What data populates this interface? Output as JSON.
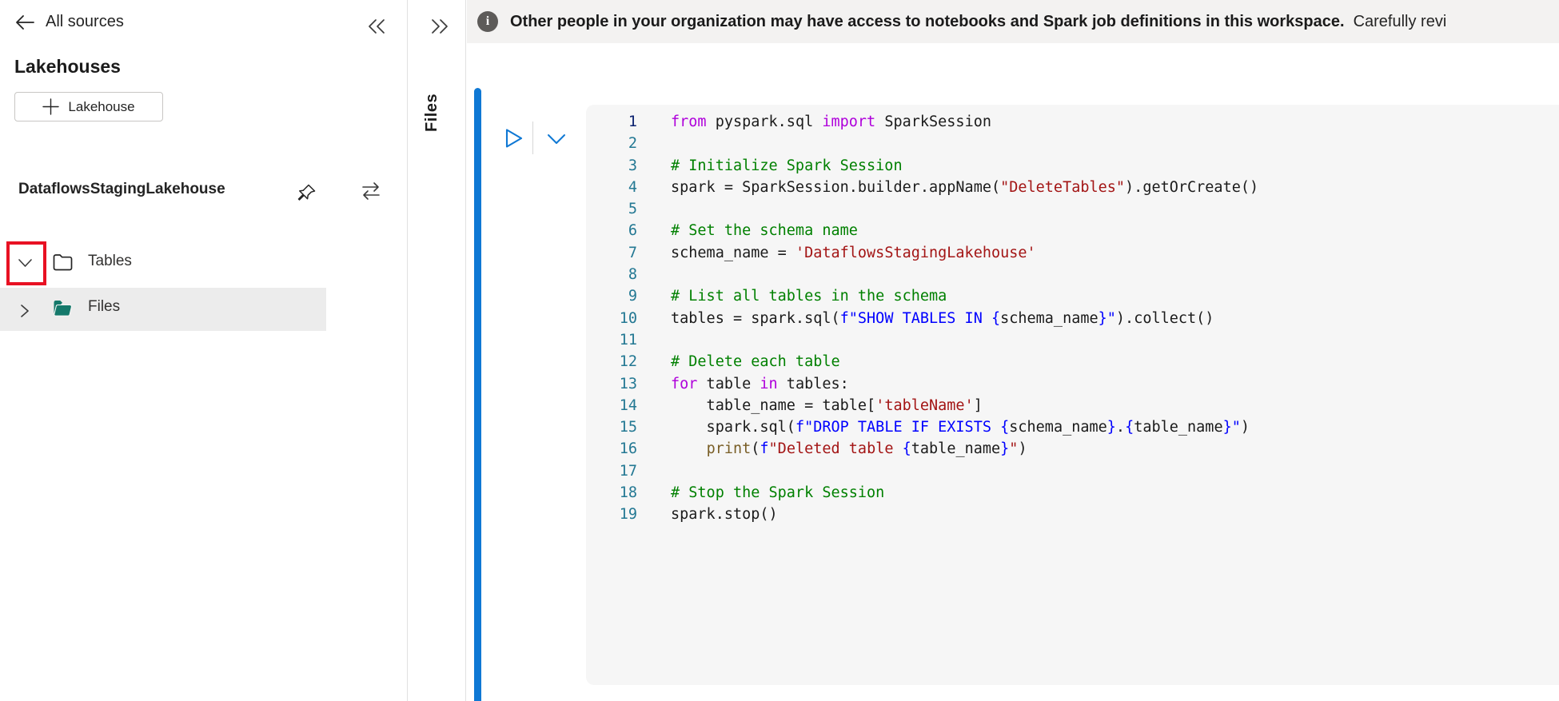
{
  "sidebar": {
    "back_label": "All sources",
    "heading": "Lakehouses",
    "new_button_label": "Lakehouse",
    "lakehouse_name": "DataflowsStagingLakehouse",
    "tree": {
      "tables_label": "Tables",
      "files_label": "Files"
    }
  },
  "files_strip": {
    "label": "Files"
  },
  "banner": {
    "info_glyph": "i",
    "bold_text": "Other people in your organization may have access to notebooks and Spark job definitions in this workspace.",
    "regular_text": "Carefully revi"
  },
  "colors": {
    "accent_blue": "#0f78d4",
    "folder_teal": "#15796b",
    "annotation_red": "#e81123",
    "banner_bg": "#f3f2f1",
    "cell_bg": "#f6f6f6",
    "line_number": "#237893",
    "line_number_active": "#0b216f",
    "kw": "#af00db",
    "comment": "#008000",
    "string": "#a31515",
    "sql": "#0000ff",
    "func": "#795e26",
    "text": "#1b1b1b"
  },
  "code": {
    "lines": [
      {
        "n": "1",
        "active": true,
        "tokens": [
          {
            "c": "kw",
            "t": "from"
          },
          {
            "c": "pl",
            "t": " pyspark.sql "
          },
          {
            "c": "kw",
            "t": "import"
          },
          {
            "c": "pl",
            "t": " SparkSession"
          }
        ]
      },
      {
        "n": "2",
        "tokens": []
      },
      {
        "n": "3",
        "tokens": [
          {
            "c": "com",
            "t": "# Initialize Spark Session"
          }
        ]
      },
      {
        "n": "4",
        "tokens": [
          {
            "c": "pl",
            "t": "spark = SparkSession.builder.appName("
          },
          {
            "c": "str",
            "t": "\"DeleteTables\""
          },
          {
            "c": "pl",
            "t": ").getOrCreate()"
          }
        ]
      },
      {
        "n": "5",
        "tokens": []
      },
      {
        "n": "6",
        "tokens": [
          {
            "c": "com",
            "t": "# Set the schema name"
          }
        ]
      },
      {
        "n": "7",
        "tokens": [
          {
            "c": "pl",
            "t": "schema_name = "
          },
          {
            "c": "str",
            "t": "'DataflowsStagingLakehouse'"
          }
        ]
      },
      {
        "n": "8",
        "tokens": []
      },
      {
        "n": "9",
        "tokens": [
          {
            "c": "com",
            "t": "# List all tables in the schema"
          }
        ]
      },
      {
        "n": "10",
        "tokens": [
          {
            "c": "pl",
            "t": "tables = spark.sql("
          },
          {
            "c": "bl",
            "t": "f\"SHOW TABLES IN {"
          },
          {
            "c": "pl",
            "t": "schema_name"
          },
          {
            "c": "bl",
            "t": "}\""
          },
          {
            "c": "pl",
            "t": ").collect()"
          }
        ]
      },
      {
        "n": "11",
        "tokens": []
      },
      {
        "n": "12",
        "tokens": [
          {
            "c": "com",
            "t": "# Delete each table"
          }
        ]
      },
      {
        "n": "13",
        "tokens": [
          {
            "c": "kw",
            "t": "for"
          },
          {
            "c": "pl",
            "t": " table "
          },
          {
            "c": "kw",
            "t": "in"
          },
          {
            "c": "pl",
            "t": " tables:"
          }
        ]
      },
      {
        "n": "14",
        "tokens": [
          {
            "c": "pl",
            "t": "    table_name = table["
          },
          {
            "c": "str",
            "t": "'tableName'"
          },
          {
            "c": "pl",
            "t": "]"
          }
        ]
      },
      {
        "n": "15",
        "tokens": [
          {
            "c": "pl",
            "t": "    spark.sql("
          },
          {
            "c": "bl",
            "t": "f\"DROP TABLE IF EXISTS {"
          },
          {
            "c": "pl",
            "t": "schema_name"
          },
          {
            "c": "bl",
            "t": "}"
          },
          {
            "c": "pl",
            "t": "."
          },
          {
            "c": "bl",
            "t": "{"
          },
          {
            "c": "pl",
            "t": "table_name"
          },
          {
            "c": "bl",
            "t": "}\""
          },
          {
            "c": "pl",
            "t": ")"
          }
        ]
      },
      {
        "n": "16",
        "tokens": [
          {
            "c": "pl",
            "t": "    "
          },
          {
            "c": "fn",
            "t": "print"
          },
          {
            "c": "pl",
            "t": "("
          },
          {
            "c": "bl",
            "t": "f"
          },
          {
            "c": "str",
            "t": "\"Deleted table "
          },
          {
            "c": "bl",
            "t": "{"
          },
          {
            "c": "pl",
            "t": "table_name"
          },
          {
            "c": "bl",
            "t": "}"
          },
          {
            "c": "str",
            "t": "\""
          },
          {
            "c": "pl",
            "t": ")"
          }
        ]
      },
      {
        "n": "17",
        "tokens": []
      },
      {
        "n": "18",
        "tokens": [
          {
            "c": "com",
            "t": "# Stop the Spark Session"
          }
        ]
      },
      {
        "n": "19",
        "tokens": [
          {
            "c": "pl",
            "t": "spark.stop()"
          }
        ]
      }
    ]
  }
}
